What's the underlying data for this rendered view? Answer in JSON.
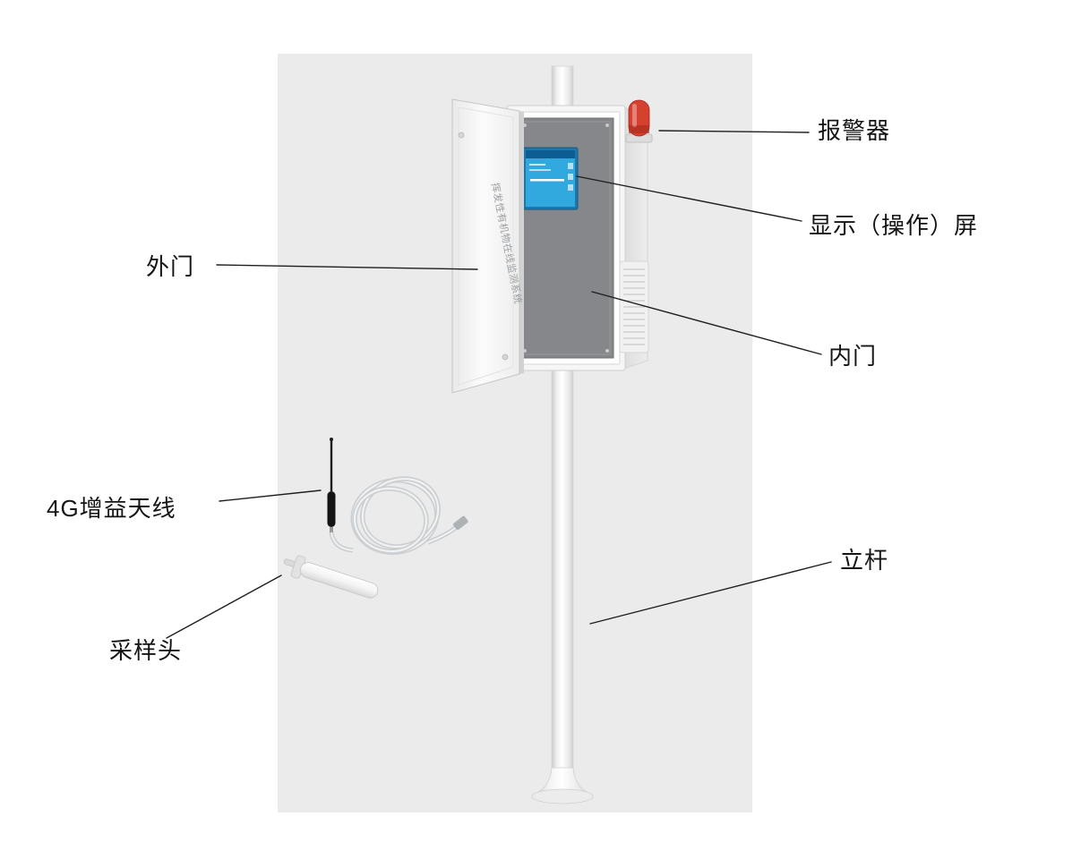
{
  "diagram": {
    "backdrop_color": "#ebebeb",
    "device_door_text": "挥发性有机物在线监测系统",
    "labels": {
      "alarm": "报警器",
      "display_screen": "显示（操作）屏",
      "outer_door": "外门",
      "inner_door": "内门",
      "antenna_4g": "4G增益天线",
      "pole": "立杆",
      "sampling_head": "采样头"
    },
    "colors": {
      "beacon_red": "#d6402f",
      "screen_blue": "#31a8de",
      "inner_panel_gray": "#85878a",
      "leader_line": "#1f1f1f"
    }
  }
}
